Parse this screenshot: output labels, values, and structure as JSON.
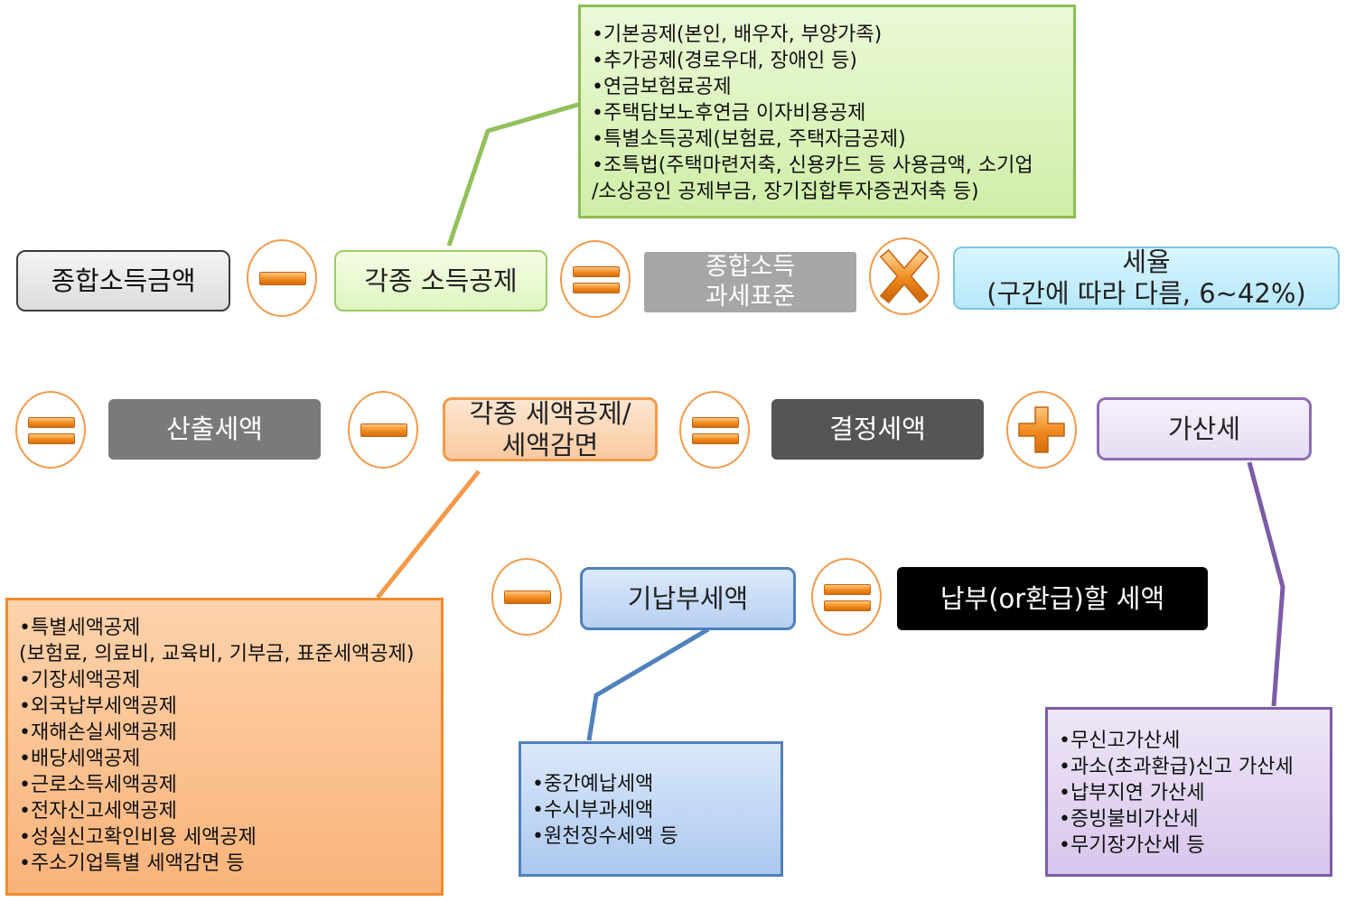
{
  "colors": {
    "connector_green": "#92c05c",
    "connector_orange": "#f39a4a",
    "connector_blue": "#4f81bd",
    "connector_purple": "#7c5ca6",
    "operator_orange": "#f08a1e"
  },
  "row1": {
    "gross_income": "종합소득금액",
    "deductions": "각종 소득공제",
    "tax_base": "종합소득\n과세표준",
    "tax_rate": "세율\n(구간에 따라 다름, 6~42%)"
  },
  "row2": {
    "calculated_tax": "산출세액",
    "credits": "각종 세액공제/\n세액감면",
    "determined_tax": "결정세액",
    "penalty_tax": "가산세"
  },
  "row3": {
    "prepaid_tax": "기납부세액",
    "payable_tax": "납부(or환급)할 세액"
  },
  "operators": {
    "row1": [
      "minus-icon",
      "equals-icon",
      "multiply-icon"
    ],
    "row2": [
      "equals-icon",
      "minus-icon",
      "equals-icon",
      "plus-icon"
    ],
    "row3": [
      "minus-icon",
      "equals-icon"
    ]
  },
  "notes": {
    "deductions": [
      "•기본공제(본인, 배우자, 부양가족)",
      "•추가공제(경로우대, 장애인 등)",
      "•연금보험료공제",
      "•주택담보노후연금 이자비용공제",
      "•특별소득공제(보험료, 주택자금공제)",
      "•조특법(주택마련저축, 신용카드 등 사용금액, 소기업",
      "/소상공인 공제부금, 장기집합투자증권저축 등)"
    ],
    "credits": [
      "•특별세액공제",
      "(보험료, 의료비, 교육비, 기부금, 표준세액공제)",
      "•기장세액공제",
      "•외국납부세액공제",
      "•재해손실세액공제",
      "•배당세액공제",
      "•근로소득세액공제",
      "•전자신고세액공제",
      "•성실신고확인비용 세액공제",
      "•주소기업특별 세액감면 등"
    ],
    "prepaid": [
      "•중간예납세액",
      "•수시부과세액",
      "•원천징수세액 등"
    ],
    "penalty": [
      "•무신고가산세",
      "•과소(초과환급)신고 가산세",
      "•납부지연 가산세",
      "•증빙불비가산세",
      "•무기장가산세 등"
    ]
  }
}
